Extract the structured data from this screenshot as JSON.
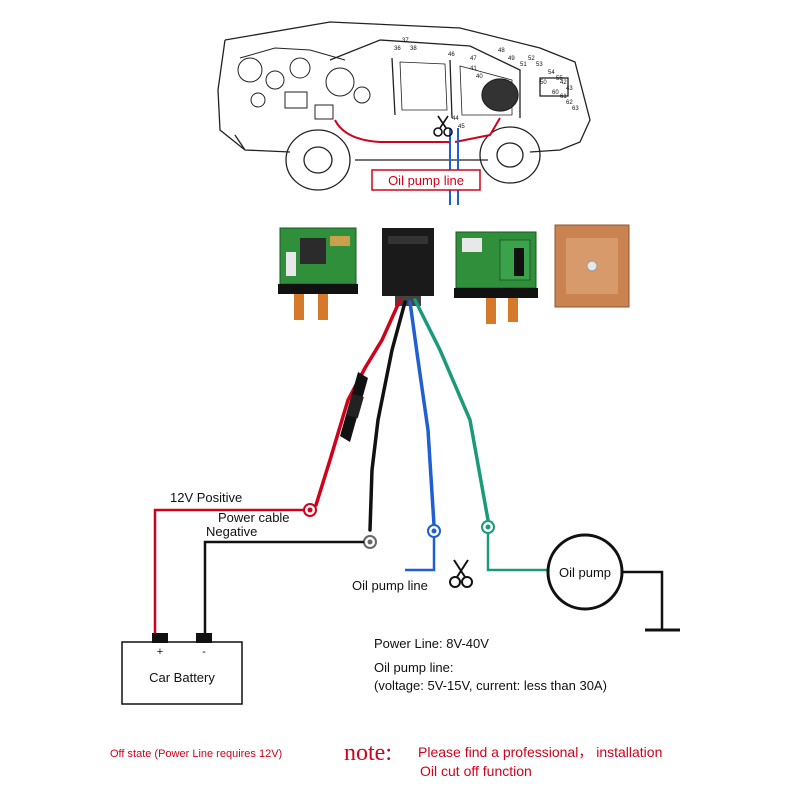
{
  "top": {
    "oil_pump_line_label": "Oil pump line"
  },
  "car_part_numbers": [
    "37",
    "36",
    "38",
    "46",
    "48",
    "49",
    "51",
    "52",
    "53",
    "54",
    "55",
    "44",
    "45",
    "47",
    "50",
    "42",
    "43",
    "41",
    "40",
    "60",
    "61",
    "62",
    "63"
  ],
  "wiring": {
    "positive_label": "12V Positive",
    "power_cable_label": "Power cable",
    "negative_label": "Negative",
    "oil_pump_line_label": "Oil pump line",
    "oil_pump_label": "Oil pump",
    "battery_label": "Car Battery",
    "battery_plus": "+",
    "battery_minus": "-"
  },
  "specs": {
    "power_line": "Power Line: 8V-40V",
    "oil_line_title": "Oil pump line:",
    "oil_line_detail": "(voltage: 5V-15V, current: less than 30A)"
  },
  "footer": {
    "off_state": "Off state (Power Line requires 12V)",
    "note_label": "note:",
    "note_line1": "Please find a professional， installation",
    "note_line2": "Oil cut off function"
  },
  "colors": {
    "red_wire": "#d0021b",
    "black_wire": "#111111",
    "blue_wire": "#1f5fd1",
    "green_wire": "#1a9a7a",
    "note_red": "#d0021b"
  }
}
